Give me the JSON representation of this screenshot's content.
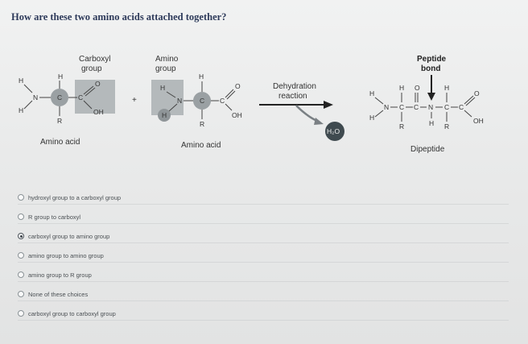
{
  "question": "How are these two amino acids attached together?",
  "figure": {
    "carboxyl_label_1": "Carboxyl",
    "carboxyl_label_2": "group",
    "amino_label_1": "Amino",
    "amino_label_2": "group",
    "amino_acid_label_1": "Amino acid",
    "amino_acid_label_2": "Amino acid",
    "plus": "+",
    "reaction_label_1": "Dehydration",
    "reaction_label_2": "reaction",
    "water": "H₂O",
    "peptide_label_1": "Peptide",
    "peptide_label_2": "bond",
    "dipeptide_label": "Dipeptide",
    "atoms": {
      "H": "H",
      "N": "N",
      "C": "C",
      "O": "O",
      "R": "R",
      "OH": "OH"
    },
    "colors": {
      "water_circle": "#3f4a4f",
      "alpha_carbon": "#9aa0a3",
      "arrow": "#222222",
      "gray_arrow": "#7a8084"
    }
  },
  "choices": [
    {
      "label": "hydroxyl group to a carboxyl group",
      "selected": false
    },
    {
      "label": "R group to carboxyl",
      "selected": false
    },
    {
      "label": "carboxyl group to amino group",
      "selected": true
    },
    {
      "label": "amino group to amino group",
      "selected": false
    },
    {
      "label": "amino group to R group",
      "selected": false
    },
    {
      "label": "None of these choices",
      "selected": false
    },
    {
      "label": "carboxyl group to carboxyl group",
      "selected": false
    }
  ]
}
